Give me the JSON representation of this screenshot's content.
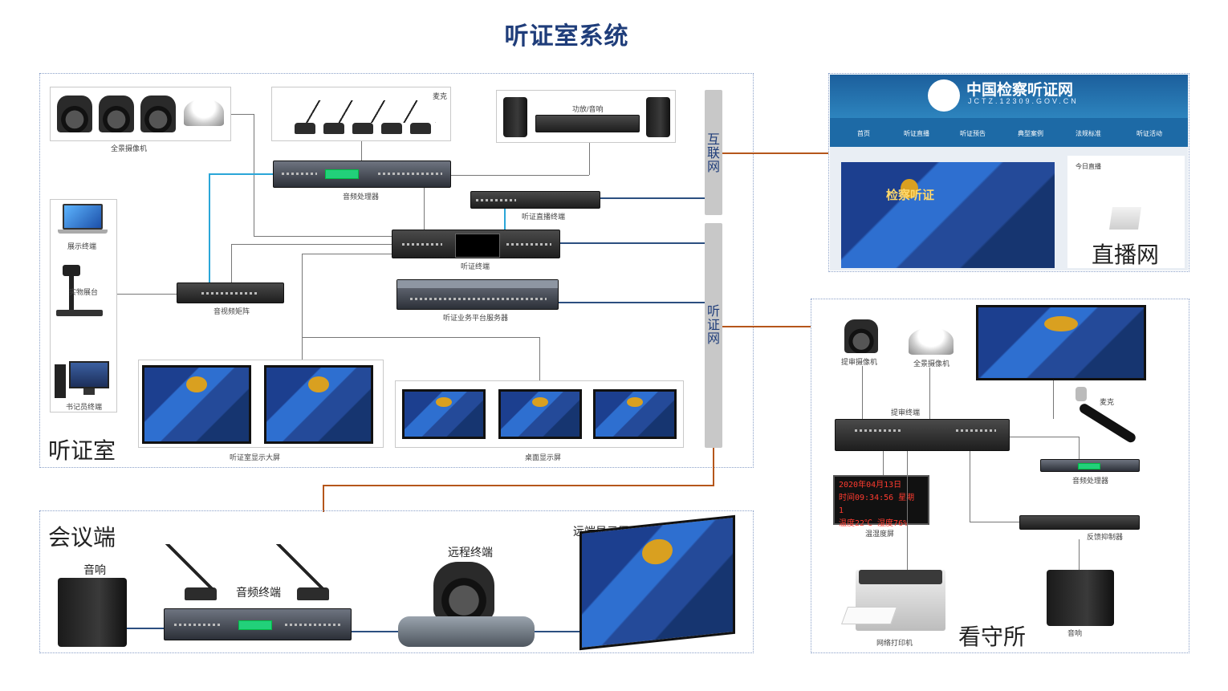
{
  "title": "听证室系统",
  "zones": {
    "hearing_room": "听证室",
    "conference": "会议端",
    "detention": "看守所",
    "live_site": "直播网"
  },
  "networks": {
    "internet": "互联网",
    "hearing_net": "听证网"
  },
  "hearing_room": {
    "panorama_cameras": "全景摄像机",
    "microphones": "麦克",
    "amp_speaker": "功放/音响",
    "audio_processor": "音频处理器",
    "live_terminal": "听证直播终端",
    "hearing_terminal": "听证终端",
    "display_terminal": "展示终端",
    "document_camera": "实物展台",
    "av_matrix": "音视频矩阵",
    "platform_server": "听证业务平台服务器",
    "clerk_terminal": "书记员终端",
    "big_screen": "听证室显示大屏",
    "desk_screens": "桌面显示屏"
  },
  "live_site": {
    "site_name": "中国检察听证网",
    "site_url": "JCTZ.12309.GOV.CN",
    "nav": [
      "首页",
      "听证直播",
      "听证预告",
      "典型案例",
      "法规标准",
      "听证活动"
    ],
    "video_title": "检察听证",
    "side_title": "今日直播"
  },
  "detention": {
    "interrogation_camera": "提审摄像机",
    "panorama_camera": "全景摄像机",
    "microphone": "麦克",
    "interrogation_terminal": "提审终端",
    "audio_processor": "音频处理器",
    "feedback_suppressor": "反馈抑制器",
    "temp_humidity_screen": "温湿度屏",
    "network_printer": "网络打印机",
    "speaker": "音响",
    "led_line1": "2020年04月13日",
    "led_line2": "时间09:34:56 星期 1",
    "led_line3": "温度22℃ 湿度76%"
  },
  "conference": {
    "speaker": "音响",
    "audio_terminal": "音频终端",
    "remote_terminal": "远程终端",
    "remote_display": "远端显示屏"
  },
  "colors": {
    "title": "#1f3d7a",
    "zone_border": "#8aa0c8",
    "wan_link": "#b5561b",
    "lan_link_blue": "#2aa6d8",
    "lan_link_navy": "#2c4f80",
    "network_bar": "#c8c8c8"
  }
}
